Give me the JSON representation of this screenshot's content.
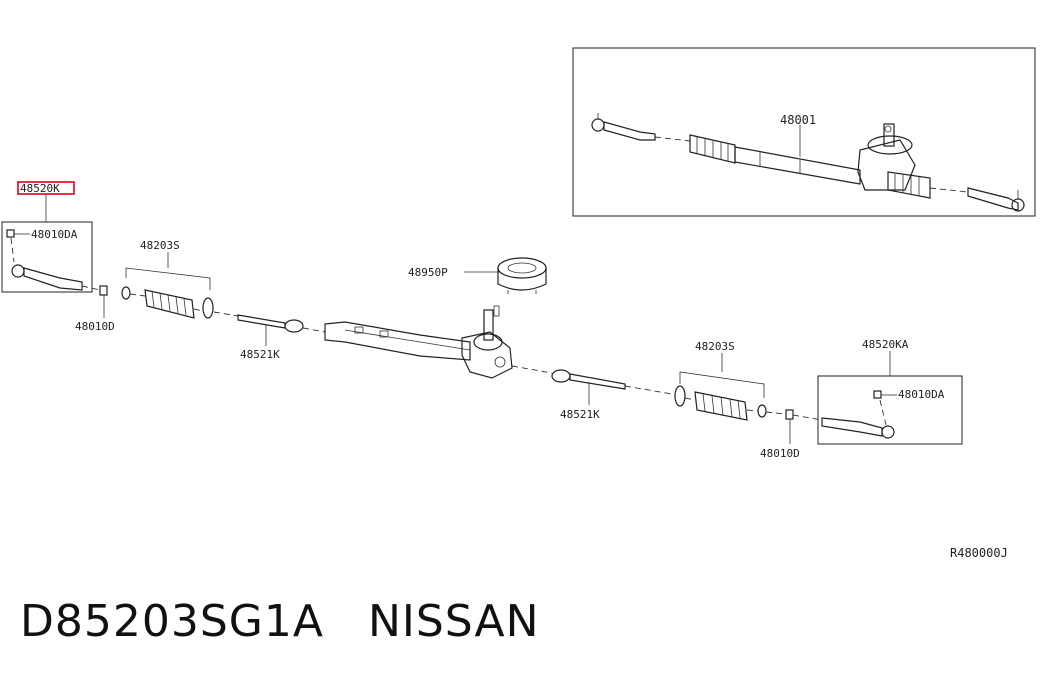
{
  "labels": {
    "tie_rod_end_left": "48520K",
    "nut_left_top": "48010DA",
    "nut_left_bottom": "48010D",
    "boot_left": "48203S",
    "tie_rod_inner_left": "48521K",
    "bushing": "48950P",
    "assembly": "48001",
    "boot_right": "48203S",
    "tie_rod_inner_right": "48521K",
    "tie_rod_end_right": "48520KA",
    "nut_right_top": "48010DA",
    "nut_right_bottom": "48010D",
    "diagram_code": "R480000J"
  },
  "footer": {
    "part_number": "D85203SG1A",
    "brand": "NISSAN"
  },
  "highlight_color": "#e3001b"
}
